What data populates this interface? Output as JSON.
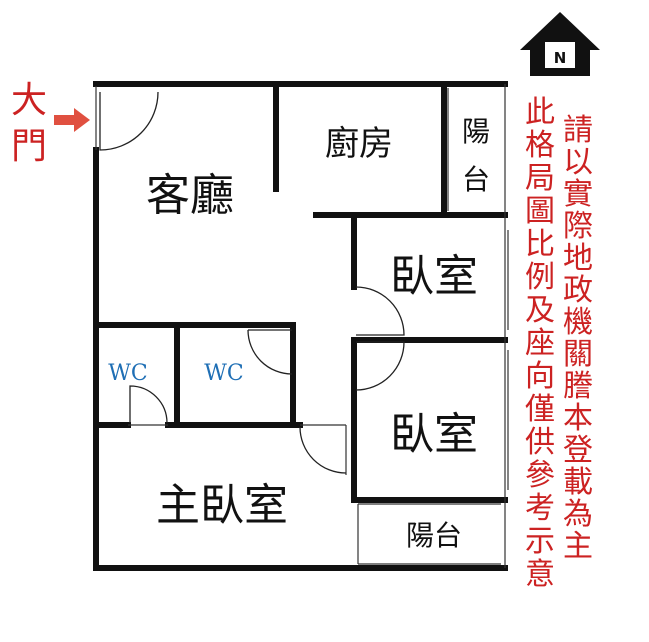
{
  "entrance": {
    "line1": "大",
    "line2": "門"
  },
  "north_label": "N",
  "rooms": {
    "living": "客廳",
    "kitchen": "廚房",
    "balcony_top": [
      "陽",
      "台"
    ],
    "bedroom_1": "臥室",
    "bedroom_2": "臥室",
    "wc_1": "WC",
    "wc_2": "WC",
    "master_bedroom": "主臥室",
    "balcony_bottom": "陽台"
  },
  "disclaimer": {
    "column_1": [
      "請",
      "以",
      "實",
      "際",
      "地",
      "政",
      "機",
      "關",
      "謄",
      "本",
      "登",
      "載",
      "為",
      "主"
    ],
    "column_2": [
      "此",
      "格",
      "局",
      "圖",
      "比",
      "例",
      "及",
      "座",
      "向",
      "僅",
      "供",
      "參",
      "考",
      "示",
      "意"
    ]
  },
  "colors": {
    "wall": "#111111",
    "wc_text": "#1f6fb5",
    "notice_red": "#cc2222",
    "arrow_red": "#e05040"
  }
}
